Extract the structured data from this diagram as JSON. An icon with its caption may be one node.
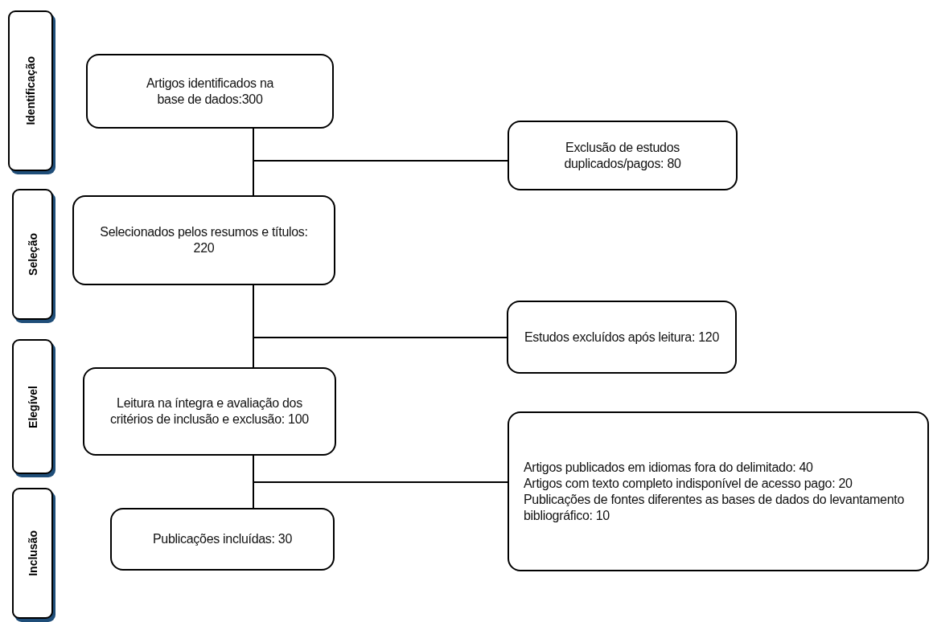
{
  "diagram": {
    "nodes": [
      {
        "text": [
          "Identificação"
        ]
      },
      {
        "text": [
          "Seleção"
        ]
      },
      {
        "text": [
          "Elegível"
        ]
      },
      {
        "text": [
          "Inclusão"
        ]
      },
      {
        "text": [
          "Artigos identificados na base de dados:300"
        ]
      },
      {
        "text": [
          "Exclusão de estudos duplicados/pagos: 80"
        ]
      },
      {
        "text": [
          "Selecionados pelos resumos e títulos: 220"
        ]
      },
      {
        "text": [
          "Estudos excluídos após leitura: 120"
        ]
      },
      {
        "text": [
          "Leitura na íntegra e avaliação dos critérios de inclusão e exclusão: 100"
        ]
      },
      {
        "text": [
          "Artigos publicados em idiomas fora do delimitado: 40",
          "Artigos com texto completo indisponível de acesso pago: 20",
          "Publicações de fontes diferentes as bases de dados do levantamento bibliográfico: 10"
        ]
      },
      {
        "text": [
          "Publicações incluídas: 30"
        ]
      }
    ],
    "edges": [
      {
        "from": 4,
        "to": 6,
        "arrow": "none"
      },
      {
        "from": 4,
        "to": 5,
        "arrow": "none"
      },
      {
        "from": 6,
        "to": 8,
        "arrow": "none"
      },
      {
        "from": 6,
        "to": 7,
        "arrow": "none"
      },
      {
        "from": 8,
        "to": 10,
        "arrow": "none"
      },
      {
        "from": 8,
        "to": 9,
        "arrow": "none"
      }
    ]
  }
}
